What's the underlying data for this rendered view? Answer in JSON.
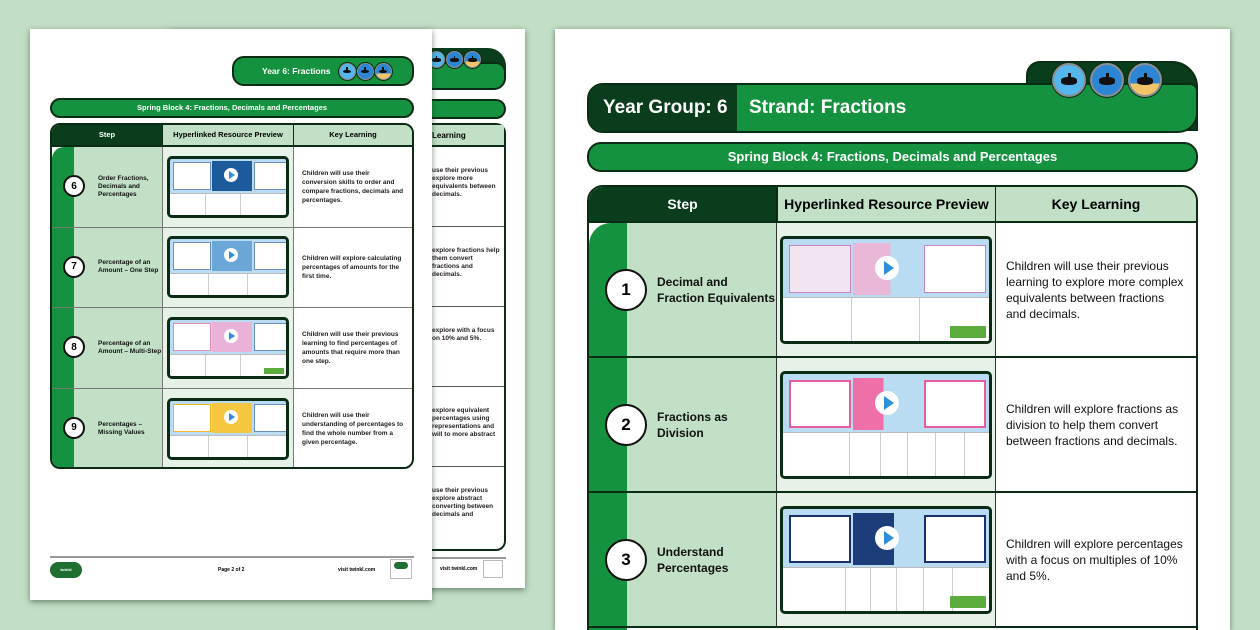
{
  "background_color": "#c3dec6",
  "colors": {
    "dark_green": "#0a3d1b",
    "green": "#14923f",
    "light_green": "#c2e0c6",
    "outline": "#0b2c14"
  },
  "front_page": {
    "title": "Year Group: 6",
    "strand": "Strand: Fractions",
    "badges": [
      "submarine-badge-1",
      "submarine-badge-2",
      "submarine-badge-3"
    ],
    "block_title": "Spring Block 4: Fractions, Decimals and Percentages",
    "columns": [
      "Step",
      "Hyperlinked Resource Preview",
      "Key Learning"
    ],
    "rows": [
      {
        "num": "1",
        "step": "Decimal and Fraction Equivalents",
        "key_learning": "Children will use their previous learning to explore more complex equivalents between fractions and decimals."
      },
      {
        "num": "2",
        "step": "Fractions as Division",
        "key_learning": "Children will explore fractions as division to help them convert between fractions and decimals."
      },
      {
        "num": "3",
        "step": "Understand Percentages",
        "key_learning": "Children will explore percentages with a focus on multiples of 10% and 5%."
      }
    ]
  },
  "second_page": {
    "title": "Year 6: Fractions",
    "block_title": "Spring Block 4: Fractions, Decimals and Percentages",
    "columns": [
      "Step",
      "Hyperlinked Resource Preview",
      "Key Learning"
    ],
    "rows": [
      {
        "num": "6",
        "step": "Order Fractions, Decimals and Percentages",
        "key_learning": "Children will use their conversion skills to order and compare fractions, decimals and percentages."
      },
      {
        "num": "7",
        "step": "Percentage of an Amount – One Step",
        "key_learning": "Children will explore calculating percentages of amounts for the first time."
      },
      {
        "num": "8",
        "step": "Percentage of an Amount – Multi-Step",
        "key_learning": "Children will use their previous learning to find percentages of amounts that require more than one step."
      },
      {
        "num": "9",
        "step": "Percentages – Missing Values",
        "key_learning": "Children will use their understanding of percentages to find the whole number from a given percentage."
      }
    ],
    "footer": {
      "logo": "twinkl",
      "page": "Page 2 of 2",
      "url": "visit twinkl.com"
    }
  },
  "back_page": {
    "column_partial": "Learning",
    "cells_partial": [
      "use their previous explore more equivalents between decimals.",
      "explore fractions help them convert fractions and decimals.",
      "explore with a focus on 10% and 5%.",
      "explore equivalent percentages using representations and will to more abstract",
      "use their previous explore abstract converting between decimals and"
    ],
    "footer": {
      "url": "visit twinkl.com"
    }
  }
}
